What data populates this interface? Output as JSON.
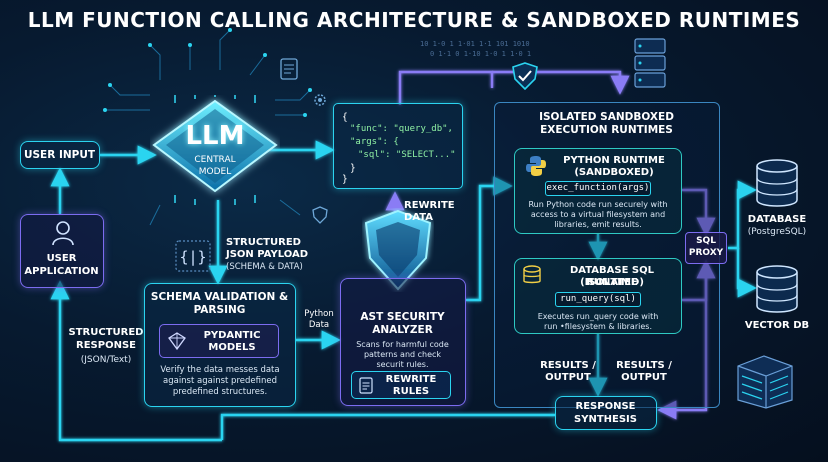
{
  "title": "LLM FUNCTION CALLING ARCHITECTURE & SANDBOXED RUNTIMES",
  "colors": {
    "cyan": "#2bd4f0",
    "violet": "#7c6cf0",
    "bg": "#061426",
    "code_green": "#8ff0a4"
  },
  "user_input": "USER INPUT",
  "user_application": {
    "line1": "USER",
    "line2": "APPLICATION"
  },
  "llm": {
    "title": "LLM",
    "sub1": "CENTRAL",
    "sub2": "MODEL"
  },
  "structured_json": {
    "line1": "STRUCTURED",
    "line2": "JSON PAYLOAD",
    "line3": "(SCHEMA & DATA)"
  },
  "structured_response": {
    "line1": "STRUCTURED",
    "line2": "RESPONSE",
    "line3": "(JSON/Text)"
  },
  "schema_validation": {
    "title1": "SCHEMA VALIDATION &",
    "title2": "PARSING",
    "pydantic1": "PYDANTIC",
    "pydantic2": "MODELS",
    "desc1": "Verify the data messes data",
    "desc2": "against against predefined",
    "desc3": "predefined structures."
  },
  "python_data": {
    "line1": "Python",
    "line2": "Data"
  },
  "ast": {
    "title1": "AST SECURITY",
    "title2": "ANALYZER",
    "desc1": "Scans for harmful code",
    "desc2": "patterns and check",
    "desc3": "securit rules.",
    "rewrite1": "REWRITE",
    "rewrite2": "RULES"
  },
  "rewrite_data": {
    "line1": "REWRITE",
    "line2": "DATA"
  },
  "code_snippet": {
    "open": "{",
    "line1": "\"func\": \"query_db\",",
    "line2": "\"args\": {",
    "line3": "\"sql\": \"SELECT...\"",
    "close1": "}",
    "close2": "}"
  },
  "sandbox": {
    "title1": "ISOLATED SANDBOXED",
    "title2": "EXECUTION RUNTIMES",
    "python": {
      "title1": "PYTHON RUNTIME",
      "title2": "(SANDBOXED)",
      "call": "exec_function(args)",
      "desc1": "Run Python code run securely with",
      "desc2": "access to a virtual filesystem and",
      "desc3": "libraries, emit results."
    },
    "db": {
      "title1": "DATABASE SQL RUNTIME",
      "title2": "(ISOLATED)",
      "call": "run_query(sql)",
      "desc1": "Executes run_query code with",
      "desc2": "run •filesystem & libraries."
    }
  },
  "sql_proxy": {
    "line1": "SQL",
    "line2": "PROXY"
  },
  "database": {
    "line1": "DATABASE",
    "line2": "(PostgreSQL)"
  },
  "vector_db": "VECTOR DB",
  "results_left": {
    "line1": "RESULTS /",
    "line2": "OUTPUT"
  },
  "results_right": {
    "line1": "RESULTS /",
    "line2": "OUTPUT"
  },
  "response_synthesis": {
    "line1": "RESPONSE",
    "line2": "SYNTHESIS"
  },
  "icons": [
    "person-icon",
    "brain-chip-icon",
    "braces-icon",
    "shield-check-icon",
    "shield-icon",
    "python-icon",
    "database-icon",
    "server-rack-icon",
    "pydantic-icon",
    "document-icon",
    "gear-icon"
  ]
}
